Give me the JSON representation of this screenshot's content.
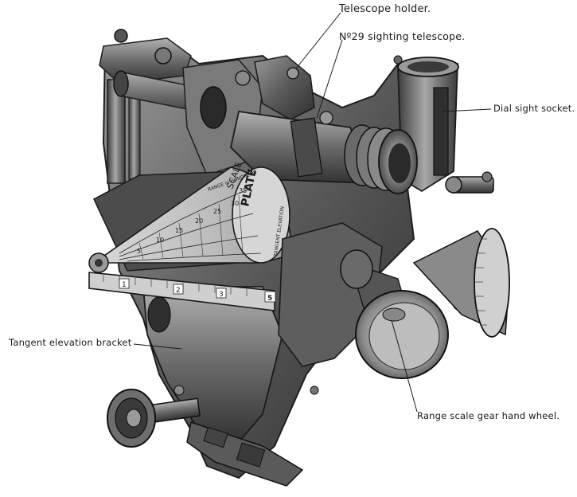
{
  "callouts": {
    "telescope_holder": "Telescope holder.",
    "sighting_telescope": "Nº29 sighting telescope.",
    "dial_sight_socket": "Dial sight socket.",
    "tangent_elevation_bracket": "Tangent elevation bracket",
    "range_scale_hand_wheel": "Range scale gear hand wheel."
  },
  "range_plate": {
    "title": "PLATE",
    "scale_word": "SCALE",
    "range_text": "RANGE in HUNDREDS",
    "tangent_text": "TANGENT ELEVATION",
    "numbers": [
      "5",
      "10",
      "15",
      "20",
      "25",
      "30",
      "35"
    ]
  },
  "bar_scale": {
    "numbers": [
      "1",
      "2",
      "3",
      "5"
    ]
  },
  "colors": {
    "metal_dark": "#3a3a3a",
    "metal_mid": "#6e6e6e",
    "metal_light": "#c9c9c9",
    "ink": "#1a1a1a"
  }
}
